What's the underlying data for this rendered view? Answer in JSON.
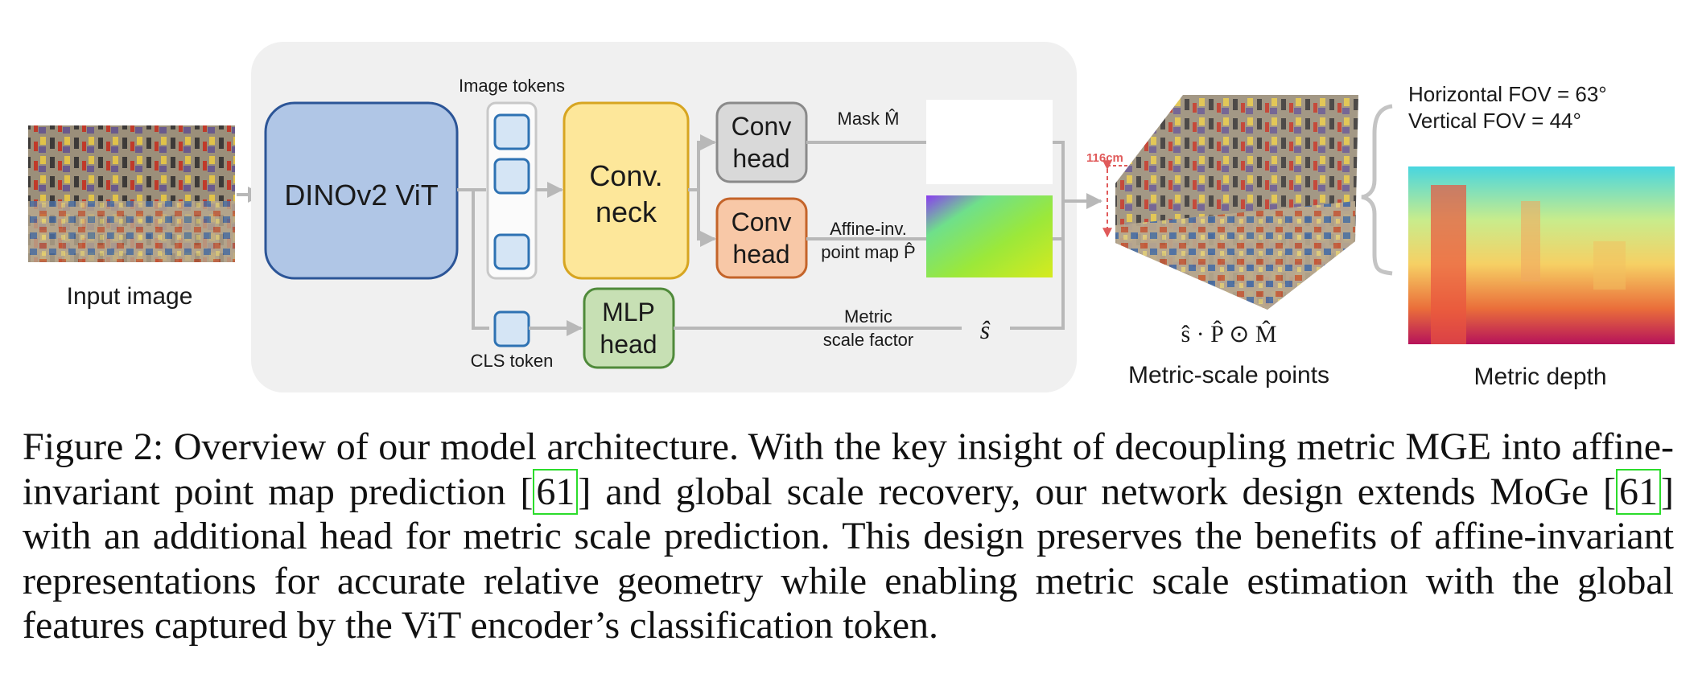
{
  "figure": {
    "input_label": "Input image",
    "encoder_label": "DINOv2 ViT",
    "image_tokens_label": "Image tokens",
    "cls_token_label": "CLS token",
    "neck_label": [
      "Conv.",
      "neck"
    ],
    "mask_head_label": [
      "Conv",
      "head"
    ],
    "point_head_label": [
      "Conv",
      "head"
    ],
    "mlp_head_label": [
      "MLP",
      "head"
    ],
    "mask_output_label": "Mask M̂",
    "point_output_label": [
      "Affine-inv.",
      "point map P̂"
    ],
    "scale_output_label": [
      "Metric",
      "scale factor"
    ],
    "scale_symbol": "ŝ",
    "combine_formula": "ŝ · P̂ ⊙ M̂",
    "height_annotation": "116cm",
    "points_label": "Metric-scale points",
    "horizontal_fov": "Horizontal FOV = 63°",
    "vertical_fov": "Vertical FOV = 44°",
    "depth_label": "Metric depth",
    "colors": {
      "panel_bg": "#f0f0f0",
      "encoder_fill": "#b0c6e6",
      "encoder_stroke": "#2c5597",
      "token_fill": "#d5e5f5",
      "token_stroke": "#2e72b3",
      "neck_fill": "#fde79a",
      "neck_stroke": "#d7a521",
      "mask_head_fill": "#d9d9d9",
      "mask_head_stroke": "#8a8a8a",
      "point_head_fill": "#f8c8a7",
      "point_head_stroke": "#c4642a",
      "mlp_head_fill": "#c7e0b4",
      "mlp_head_stroke": "#4f8a3a",
      "arrow": "#b8b8b8",
      "annotation_red": "#e05a5a"
    }
  },
  "caption": {
    "prefix": "Figure 2: Overview of our model architecture. With the key insight of decoupling metric MGE into affine-invariant point map prediction [",
    "cite1": "61",
    "middle": "] and global scale recovery, our network design extends MoGe [",
    "cite2": "61",
    "suffix": "] with an additional head for metric scale prediction. This design preserves the benefits of affine-invariant representations for accurate relative geometry while enabling metric scale estimation with the global features captured by the ViT encoder’s classification token."
  }
}
